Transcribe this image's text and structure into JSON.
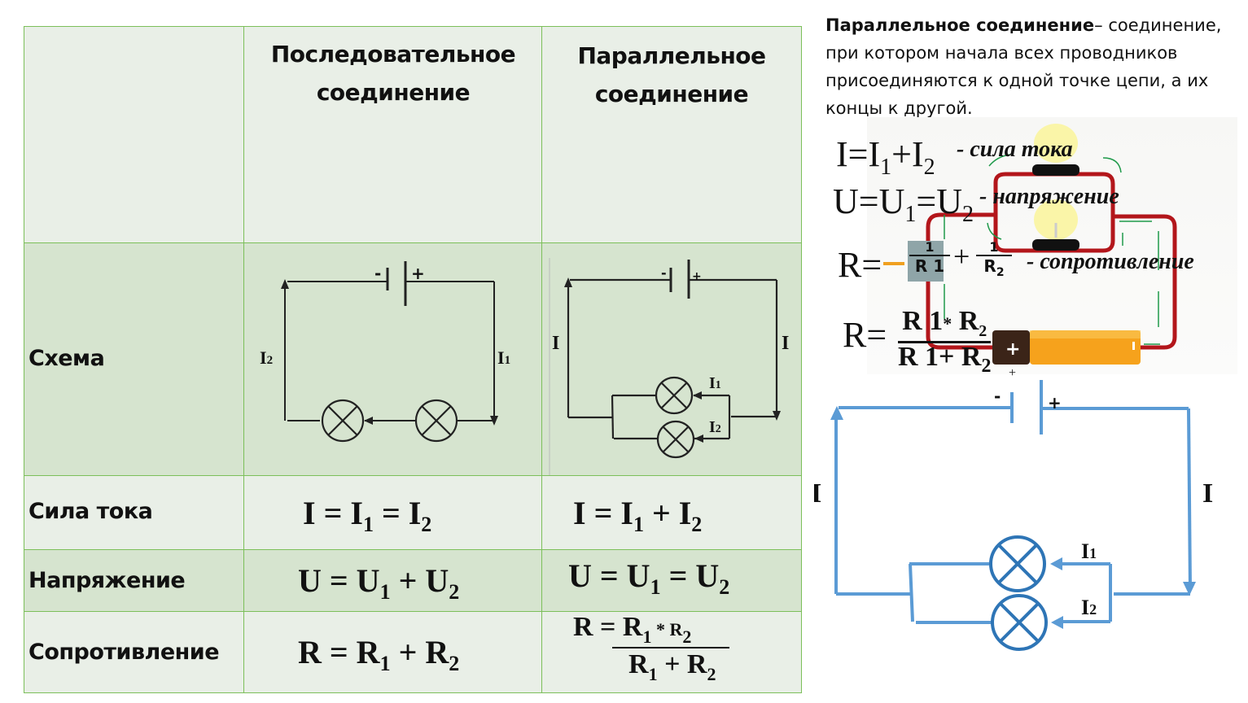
{
  "table": {
    "headers": [
      "",
      "Последовательное соединение",
      "Параллельное соединение"
    ],
    "header_lines": {
      "series": [
        "Последовательное",
        "соединение"
      ],
      "parallel": [
        "Параллельное",
        "соединение"
      ]
    },
    "rows": [
      {
        "label": "Схема"
      },
      {
        "label": "Сила тока",
        "series": {
          "lhs": "I = I",
          "s1": "1",
          "mid": " = I",
          "s2": "2"
        },
        "parallel": {
          "lhs": "I = I",
          "s1": "1",
          "mid": " + I",
          "s2": "2"
        }
      },
      {
        "label": "Напряжение",
        "series": {
          "lhs": "U = U",
          "s1": "1",
          "mid": " + U",
          "s2": "2"
        },
        "parallel": {
          "lhs": "U = U",
          "s1": "1",
          "mid": " = U",
          "s2": "2"
        }
      },
      {
        "label": "Сопротивление",
        "series": {
          "lhs": "R = R",
          "s1": "1",
          "mid": " + R",
          "s2": "2"
        },
        "parallel": {
          "num_lhs": "R = R",
          "num_s1": "1",
          "num_mid": " * R",
          "num_s2": "2",
          "den_lhs": "R",
          "den_s1": "1",
          "den_mid": " + R",
          "den_s2": "2"
        }
      }
    ],
    "colors": {
      "border": "#7cbf5a",
      "light_bg": "#e9efe7",
      "mid_bg": "#d6e4cf"
    }
  },
  "series_diagram": {
    "minus": "-",
    "plus": "+",
    "label_left": "I",
    "label_left_sub": "2",
    "label_right": "I",
    "label_right_sub": "1",
    "lamps": 2
  },
  "parallel_diagram": {
    "minus": "-",
    "plus": "+",
    "label_left": "I",
    "label_right": "I",
    "branch1": "I",
    "branch1_sub": "1",
    "branch2": "I",
    "branch2_sub": "2",
    "lamps": 2
  },
  "definition": {
    "term": "Параллельное соединение",
    "dash": "–",
    "text": "соединение, при котором начала всех проводников присоединяются к одной точке цепи, а их концы к другой."
  },
  "photo_panel": {
    "current": {
      "formula": "I=I",
      "s1": "1",
      "mid": "+I",
      "s2": "2",
      "note": "- сила тока"
    },
    "voltage": {
      "formula": "U=U",
      "s1": "1",
      "mid": "=U",
      "s2": "2",
      "note": "- напряжение"
    },
    "resistance": {
      "lhs": "R=",
      "n1": "1",
      "d1": "R 1",
      "plus": "+",
      "n2": "1",
      "d2": "R",
      "d2_sub": "2",
      "note": "- сопротивление"
    },
    "resistance2": {
      "lhs": "R=",
      "num": "R 1",
      "times": "*",
      "num2": "R",
      "num2_sub": "2",
      "den": "R 1+ R",
      "den_sub": "2",
      "stray_plus": "+"
    },
    "battery_plus": "+",
    "battery_minus": "-"
  },
  "blue_diagram": {
    "minus": "-",
    "plus": "+",
    "label_left": "I",
    "label_right": "I",
    "branch1": "I",
    "branch1_sub": "1",
    "branch2": "I",
    "branch2_sub": "2",
    "color": "#5b9bd5",
    "lamp_color": "#2e75b6"
  }
}
